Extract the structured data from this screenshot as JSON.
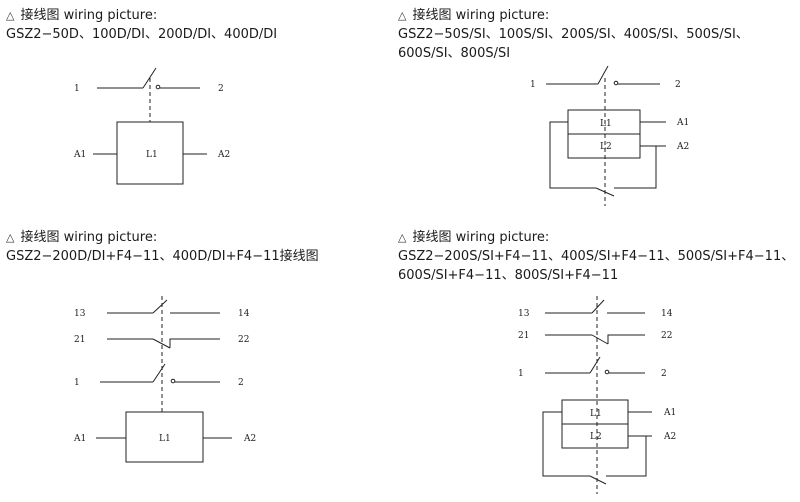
{
  "panels": [
    {
      "heading": "接线图 wiring picture:",
      "models": [
        "GSZ2−50D、100D/DI、200D/DI、400D/DI"
      ],
      "labels": {
        "t1": "1",
        "t2": "2",
        "a1": "A1",
        "a2": "A2",
        "coil": "L1"
      }
    },
    {
      "heading": "接线图 wiring picture:",
      "models": [
        "GSZ2−50S/SI、100S/SI、200S/SI、400S/SI、500S/SI、",
        "600S/SI、800S/SI"
      ],
      "labels": {
        "t1": "1",
        "t2": "2",
        "a1": "A1",
        "a2": "A2",
        "coil1": "L1",
        "coil2": "L2"
      }
    },
    {
      "heading": "接线图 wiring picture:",
      "models": [
        "GSZ2−200D/DI+F4−11、400D/DI+F4−11接线图"
      ],
      "labels": {
        "t13": "13",
        "t14": "14",
        "t21": "21",
        "t22": "22",
        "t1": "1",
        "t2": "2",
        "a1": "A1",
        "a2": "A2",
        "coil": "L1"
      }
    },
    {
      "heading": "接线图 wiring picture:",
      "models": [
        "GSZ2−200S/SI+F4−11、400S/SI+F4−11、500S/SI+F4−11、",
        "600S/SI+F4−11、800S/SI+F4−11"
      ],
      "labels": {
        "t13": "13",
        "t14": "14",
        "t21": "21",
        "t22": "22",
        "t1": "1",
        "t2": "2",
        "a1": "A1",
        "a2": "A2",
        "coil1": "L1",
        "coil2": "L2"
      }
    }
  ],
  "icons": {
    "heading_marker": "triangle-outline-icon"
  }
}
